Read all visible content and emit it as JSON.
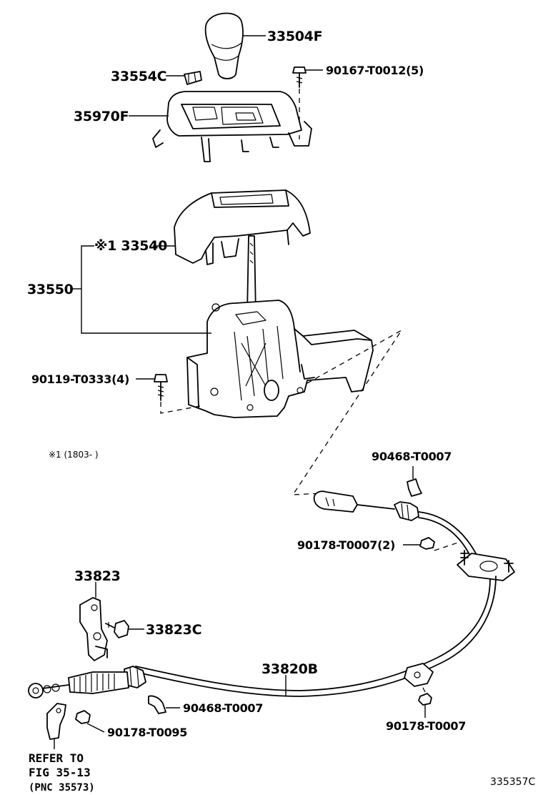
{
  "labels": {
    "p33504F": "33504F",
    "p33554C": "33554C",
    "p90167": "90167-T0012(5)",
    "p35970F": "35970F",
    "p33540": "※1 33540",
    "p33550": "33550",
    "p90119": "90119-T0333(4)",
    "note1": "※1 (1803-     )",
    "p90468a": "90468-T0007",
    "p90178a": "90178-T0007(2)",
    "p33823": "33823",
    "p33823C": "33823C",
    "p33820B": "33820B",
    "p90468b": "90468-T0007",
    "p90178b": "90178-T0007",
    "p90178c": "90178-T0095"
  },
  "reference": {
    "line1": "REFER TO",
    "line2": "FIG 35-13",
    "line3": "(PNC 35573)"
  },
  "figure_id": "335357C"
}
